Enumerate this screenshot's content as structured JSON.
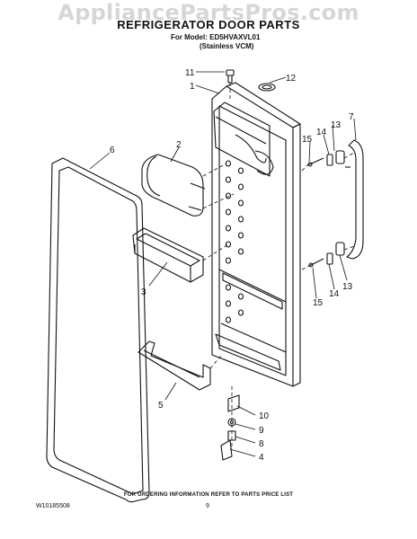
{
  "watermark": "AppliancePartsPros.com",
  "title": "REFRIGERATOR DOOR PARTS",
  "model_line": "For Model: ED5HVAXVL01",
  "variant_line": "(Stainless VCM)",
  "footer": {
    "ordering_note": "FOR ORDERING INFORMATION REFER TO PARTS PRICE LIST",
    "doc_number": "W10185508",
    "page_number": "9"
  },
  "callouts": {
    "c1": "1",
    "c2": "2",
    "c3": "3",
    "c4": "4",
    "c5": "5",
    "c6": "6",
    "c7": "7",
    "c8": "8",
    "c9": "9",
    "c10": "10",
    "c11": "11",
    "c12": "12",
    "c13a": "13",
    "c13b": "13",
    "c14a": "14",
    "c14b": "14",
    "c15a": "15",
    "c15b": "15"
  }
}
